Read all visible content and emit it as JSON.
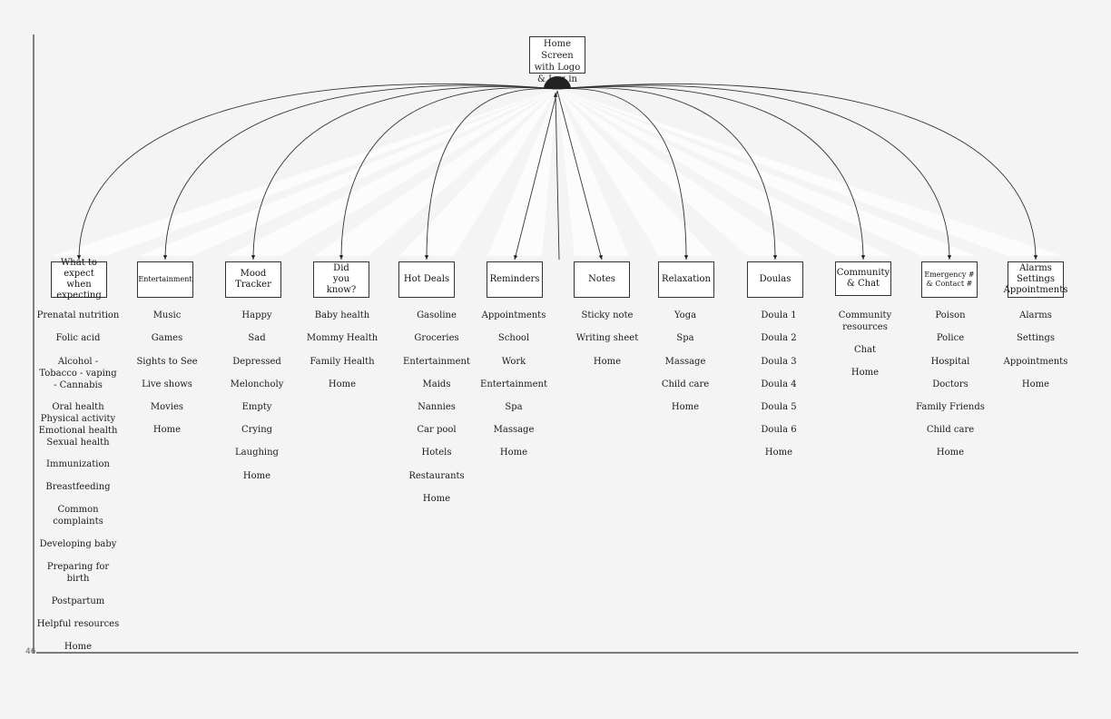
{
  "root": {
    "label": "Home Screen\nwith Logo\n& Log in"
  },
  "page_number": "46",
  "columns": [
    {
      "id": "what-to-expect",
      "title": "What to\nexpect when\nexpecting",
      "items": [
        "Prenatal nutrition",
        "Folic acid",
        "Alcohol -\nTobacco - vaping\n- Cannabis",
        "Oral health\nPhysical activity\nEmotional health\nSexual health",
        "Immunization",
        "Breastfeeding",
        "Common\ncomplaints",
        "Developing baby",
        "Preparing for\nbirth",
        "Postpartum",
        "Helpful resources",
        "Home"
      ]
    },
    {
      "id": "entertainment",
      "title": "Entertainment",
      "items": [
        "Music",
        "Games",
        "Sights to See",
        "Live shows",
        "Movies",
        "Home"
      ]
    },
    {
      "id": "mood-tracker",
      "title": "Mood\nTracker",
      "items": [
        "Happy",
        "Sad",
        "Depressed",
        "Meloncholy",
        "Empty",
        "Crying",
        "Laughing",
        "Home"
      ]
    },
    {
      "id": "did-you-know",
      "title": "Did\nyou\nknow?",
      "items": [
        "Baby health",
        "Mommy Health",
        "Family Health",
        "Home"
      ]
    },
    {
      "id": "hot-deals",
      "title": "Hot Deals",
      "items": [
        "Gasoline",
        "Groceries",
        "Entertainment",
        "Maids",
        "Nannies",
        "Car pool",
        "Hotels",
        "Restaurants",
        "Home"
      ]
    },
    {
      "id": "reminders",
      "title": "Reminders",
      "items": [
        "Appointments",
        "School",
        "Work",
        "Entertainment",
        "Spa",
        "Massage",
        "Home"
      ]
    },
    {
      "id": "notes",
      "title": "Notes",
      "items": [
        "Sticky note",
        "Writing sheet",
        "Home"
      ]
    },
    {
      "id": "relaxation",
      "title": "Relaxation",
      "items": [
        "Yoga",
        "Spa",
        "Massage",
        "Child care",
        "Home"
      ]
    },
    {
      "id": "doulas",
      "title": "Doulas",
      "items": [
        "Doula 1",
        "Doula 2",
        "Doula 3",
        "Doula 4",
        "Doula 5",
        "Doula 6",
        "Home"
      ]
    },
    {
      "id": "community-chat",
      "title": "Community\n& Chat",
      "items": [
        "Community\nresources",
        "Chat",
        "Home"
      ]
    },
    {
      "id": "emergency-contact",
      "title": "Emergency #\n& Contact #",
      "items": [
        "Poison",
        "Police",
        "Hospital",
        "Doctors",
        "Family Friends",
        "Child care",
        "Home"
      ]
    },
    {
      "id": "alarms-settings",
      "title": "Alarms\nSettings\nAppointments",
      "items": [
        "Alarms",
        "Settings",
        "Appointments",
        "Home"
      ]
    }
  ]
}
